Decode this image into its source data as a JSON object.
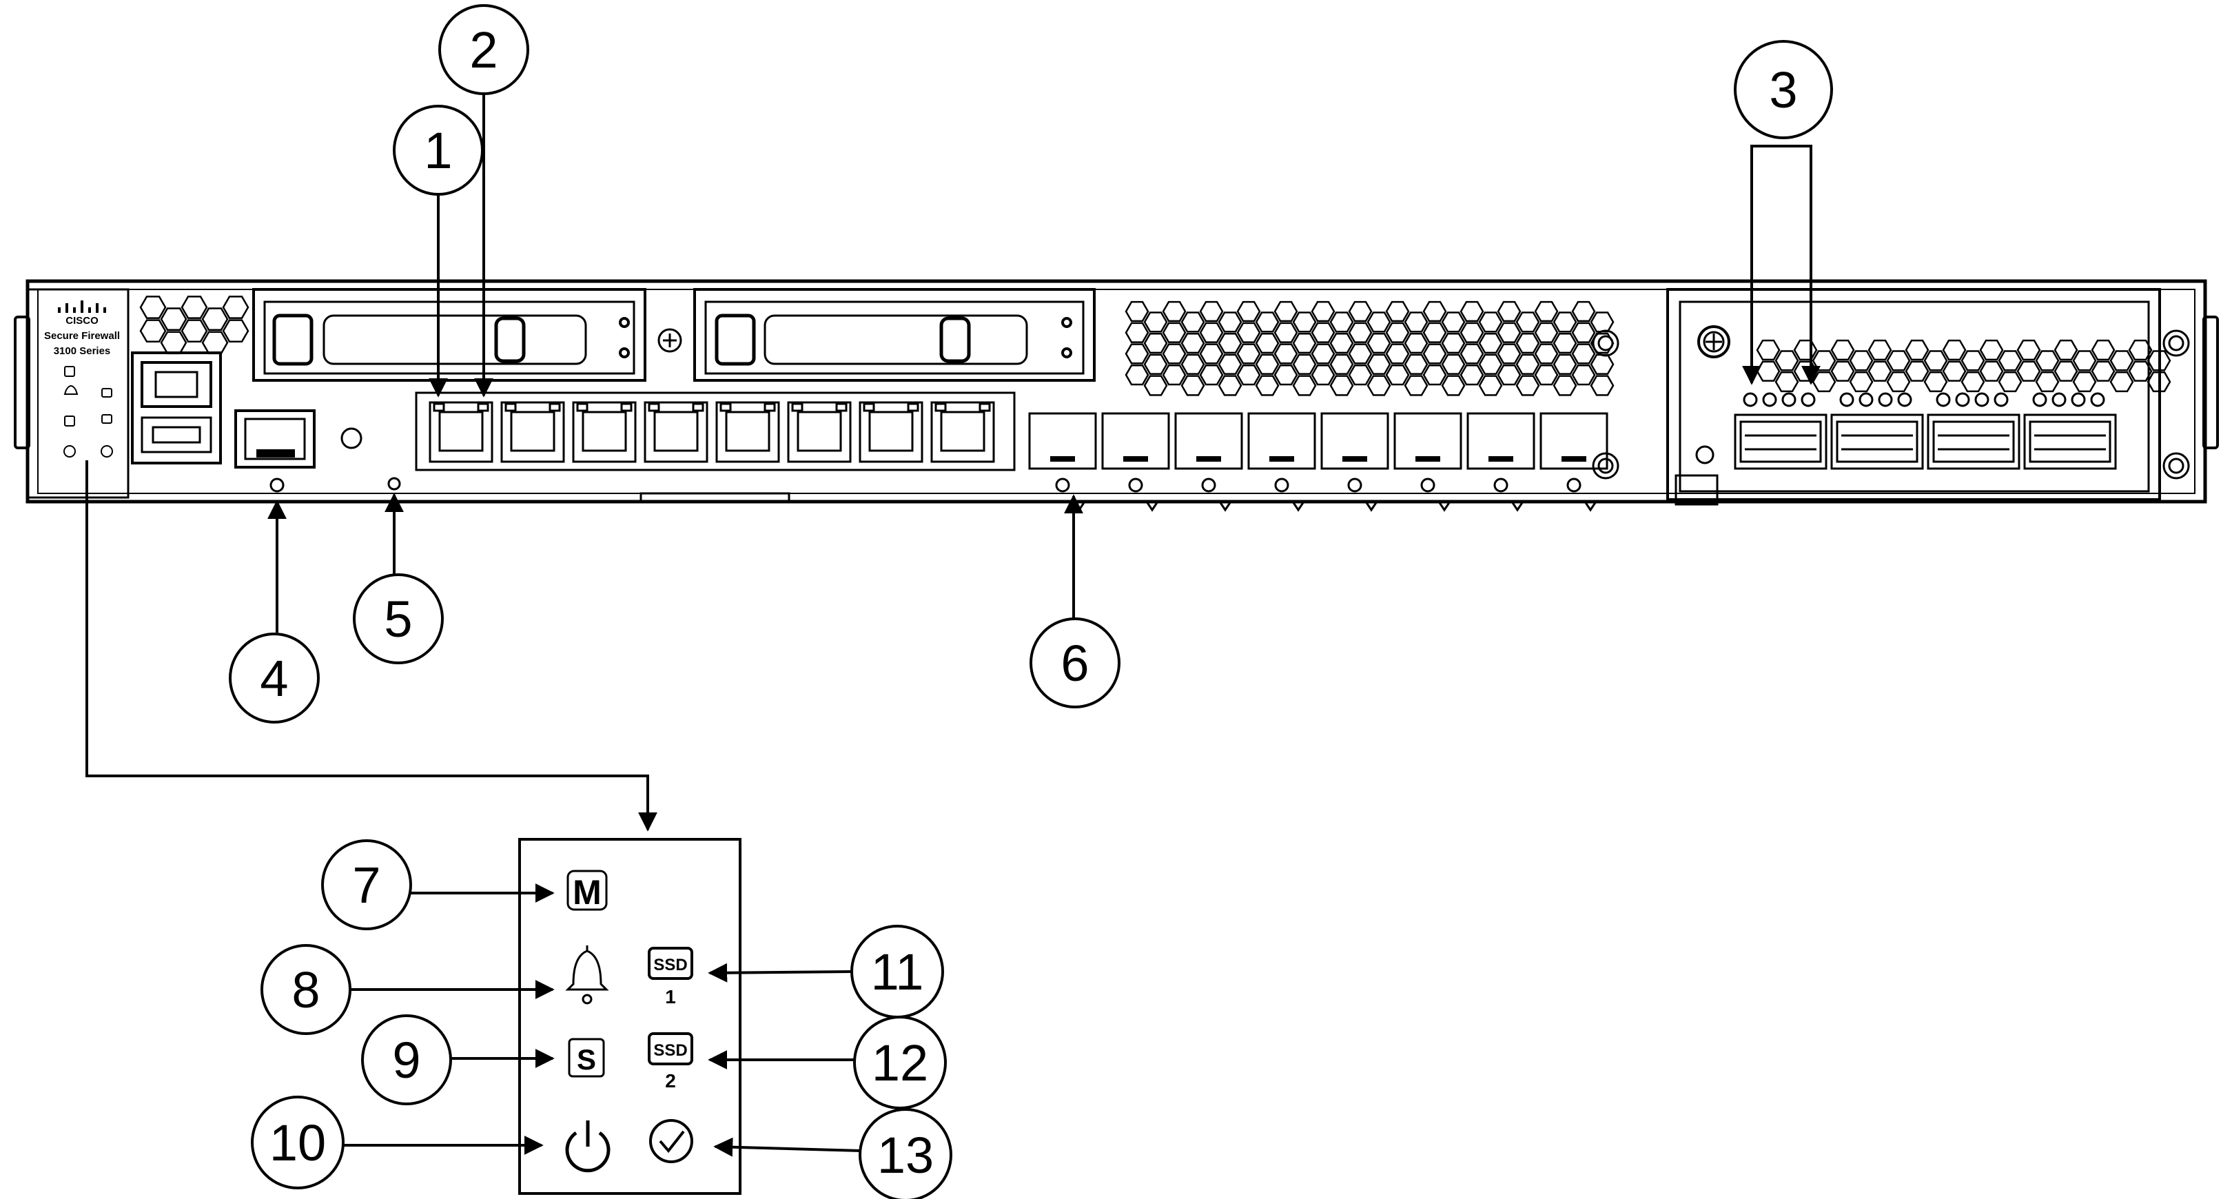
{
  "brand": {
    "logo_text": "CISCO",
    "product_line1": "Secure Firewall",
    "product_line2": "3100 Series"
  },
  "led_glyphs": {
    "management": "M",
    "system": "S",
    "ssd_label": "SSD",
    "ssd1_index": "1",
    "ssd2_index": "2"
  },
  "callouts": [
    {
      "id": "1",
      "label": "1"
    },
    {
      "id": "2",
      "label": "2"
    },
    {
      "id": "3",
      "label": "3"
    },
    {
      "id": "4",
      "label": "4"
    },
    {
      "id": "5",
      "label": "5"
    },
    {
      "id": "6",
      "label": "6"
    },
    {
      "id": "7",
      "label": "7"
    },
    {
      "id": "8",
      "label": "8"
    },
    {
      "id": "9",
      "label": "9"
    },
    {
      "id": "10",
      "label": "10"
    },
    {
      "id": "11",
      "label": "11"
    },
    {
      "id": "12",
      "label": "12"
    },
    {
      "id": "13",
      "label": "13"
    }
  ],
  "icons": [
    "cisco-logo-icon",
    "management-led-icon",
    "alarm-bell-icon",
    "system-led-icon",
    "power-icon",
    "ssd1-icon",
    "ssd2-icon",
    "check-status-icon"
  ]
}
